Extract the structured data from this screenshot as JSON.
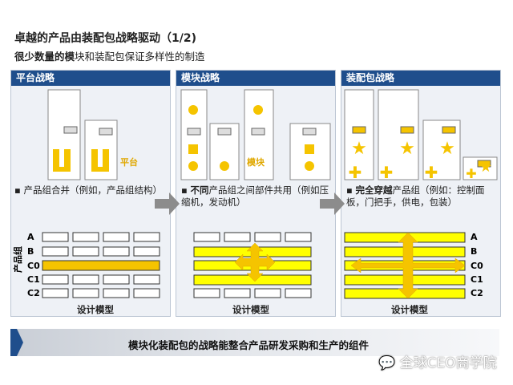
{
  "title": "卓越的产品由装配包战略驱动（1/2)",
  "subtitle_bold": "很少数量的模",
  "subtitle_rest": "块和装配包保证多样性的制造",
  "panels": [
    {
      "header": "平台战略",
      "label": "平台",
      "bullet": "产品组合并（例如，产品组结构）",
      "bottom_label": "设计模型"
    },
    {
      "header": "模块战略",
      "label": "模块",
      "bullet_bold": "不同",
      "bullet_rest": "产品组之间部件共用（例如压缩机，发动机）",
      "bottom_label": "设计模型"
    },
    {
      "header": "装配包战略",
      "bullet_bold": "完全穿越",
      "bullet_rest": "产品组（例如：控制面板，门把手，供电，包装）",
      "bottom_label": "设计模型"
    }
  ],
  "rows": [
    "A",
    "B",
    "C0",
    "C1",
    "C2"
  ],
  "axis_label": "产品组",
  "banner": "模块化装配包的战略能整合产品研发采购和生产的组件",
  "watermark": "全球CEO商学院",
  "colors": {
    "header": "#1f4e8c",
    "yellow": "#f5c400",
    "bright_yellow": "#ffff00",
    "gray_arrow": "#8c8c8c"
  }
}
